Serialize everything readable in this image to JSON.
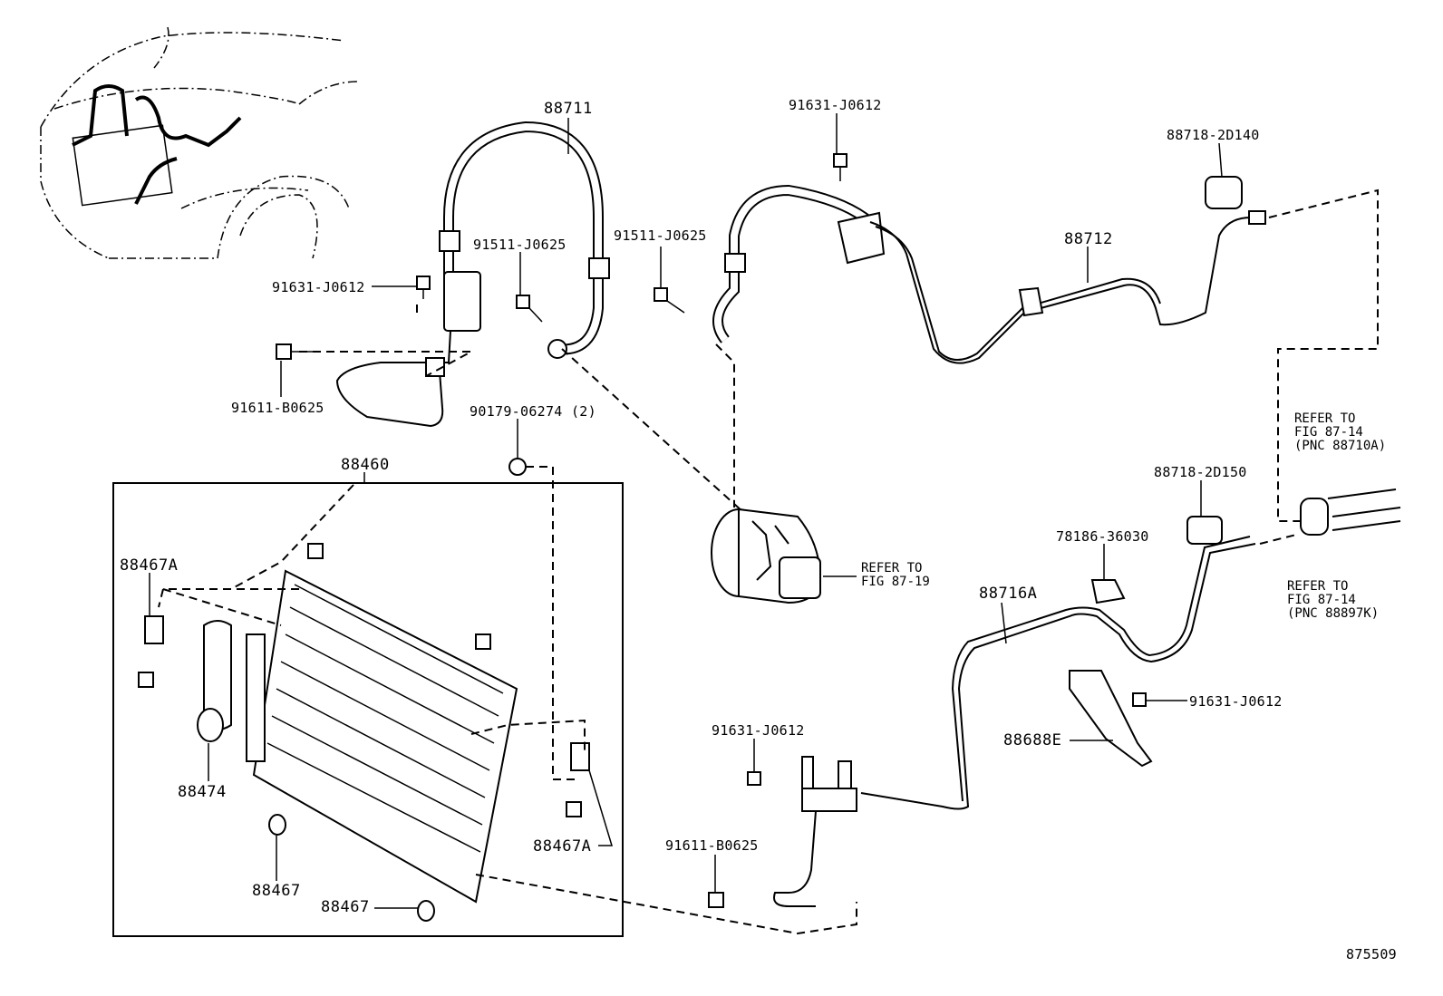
{
  "diagram_id": "875509",
  "labels": {
    "p88711": "88711",
    "p91631_a": "91631-J0612",
    "p88718_2d140": "88718-2D140",
    "p88712": "88712",
    "p91511_a": "91511-J0625",
    "p91511_b": "91511-J0625",
    "p91631_b": "91631-J0612",
    "p91611_a": "91611-B0625",
    "p90179": "90179-06274 (2)",
    "p88460": "88460",
    "p88467a_left": "88467A",
    "p88474": "88474",
    "p88467_a": "88467",
    "p88467_b": "88467",
    "p88467a_right": "88467A",
    "p88718_2d150": "88718-2D150",
    "p78186": "78186-36030",
    "p88716a": "88716A",
    "p91631_c": "91631-J0612",
    "p88688e": "88688E",
    "p91631_d": "91631-J0612",
    "p91611_b": "91611-B0625"
  },
  "refs": {
    "fig_87_19": {
      "l1": "REFER TO",
      "l2": "FIG 87-19"
    },
    "fig_87_14_a": {
      "l1": "REFER TO",
      "l2": "FIG 87-14",
      "l3": "(PNC 88710A)"
    },
    "fig_87_14_b": {
      "l1": "REFER TO",
      "l2": "FIG 87-14",
      "l3": "(PNC 88897K)"
    }
  }
}
